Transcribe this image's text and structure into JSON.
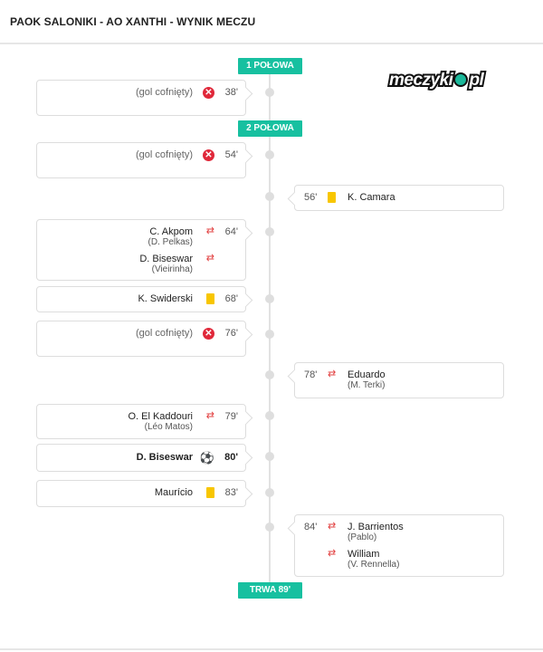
{
  "header": {
    "title": "PAOK SALONIKI - AO XANTHI - WYNIK MECZU"
  },
  "logo": {
    "text_a": "meczyki",
    "text_b": "pl"
  },
  "periods": {
    "first": "1 POŁOWA",
    "second": "2 POŁOWA",
    "status": "TRWA 89'"
  },
  "events": [
    {
      "minute": "38'",
      "side": "left",
      "type": "goal-cancelled",
      "text": "(gol cofnięty)"
    },
    {
      "minute": "54'",
      "side": "left",
      "type": "goal-cancelled",
      "text": "(gol cofnięty)"
    },
    {
      "minute": "56'",
      "side": "right",
      "type": "yellow-card",
      "text": "K. Camara"
    },
    {
      "minute": "64'",
      "side": "left",
      "type": "substitution",
      "subs": [
        {
          "in": "C. Akpom",
          "out": "(D. Pelkas)"
        },
        {
          "in": "D. Biseswar",
          "out": "(Vieirinha)"
        }
      ]
    },
    {
      "minute": "68'",
      "side": "left",
      "type": "yellow-card",
      "text": "K. Swiderski"
    },
    {
      "minute": "76'",
      "side": "left",
      "type": "goal-cancelled",
      "text": "(gol cofnięty)"
    },
    {
      "minute": "78'",
      "side": "right",
      "type": "substitution",
      "subs": [
        {
          "in": "Eduardo",
          "out": "(M. Terki)"
        }
      ]
    },
    {
      "minute": "79'",
      "side": "left",
      "type": "substitution",
      "subs": [
        {
          "in": "O. El Kaddouri",
          "out": "(Léo Matos)"
        }
      ]
    },
    {
      "minute": "80'",
      "side": "left",
      "type": "goal",
      "text": "D. Biseswar"
    },
    {
      "minute": "83'",
      "side": "left",
      "type": "yellow-card",
      "text": "Maurício"
    },
    {
      "minute": "84'",
      "side": "right",
      "type": "substitution",
      "subs": [
        {
          "in": "J. Barrientos",
          "out": "(Pablo)"
        },
        {
          "in": "William",
          "out": "(V. Rennella)"
        }
      ]
    }
  ],
  "colors": {
    "accent": "#17c0a0",
    "cancel": "#e0283a",
    "yellow": "#f8c600",
    "swap": "#e24040"
  }
}
